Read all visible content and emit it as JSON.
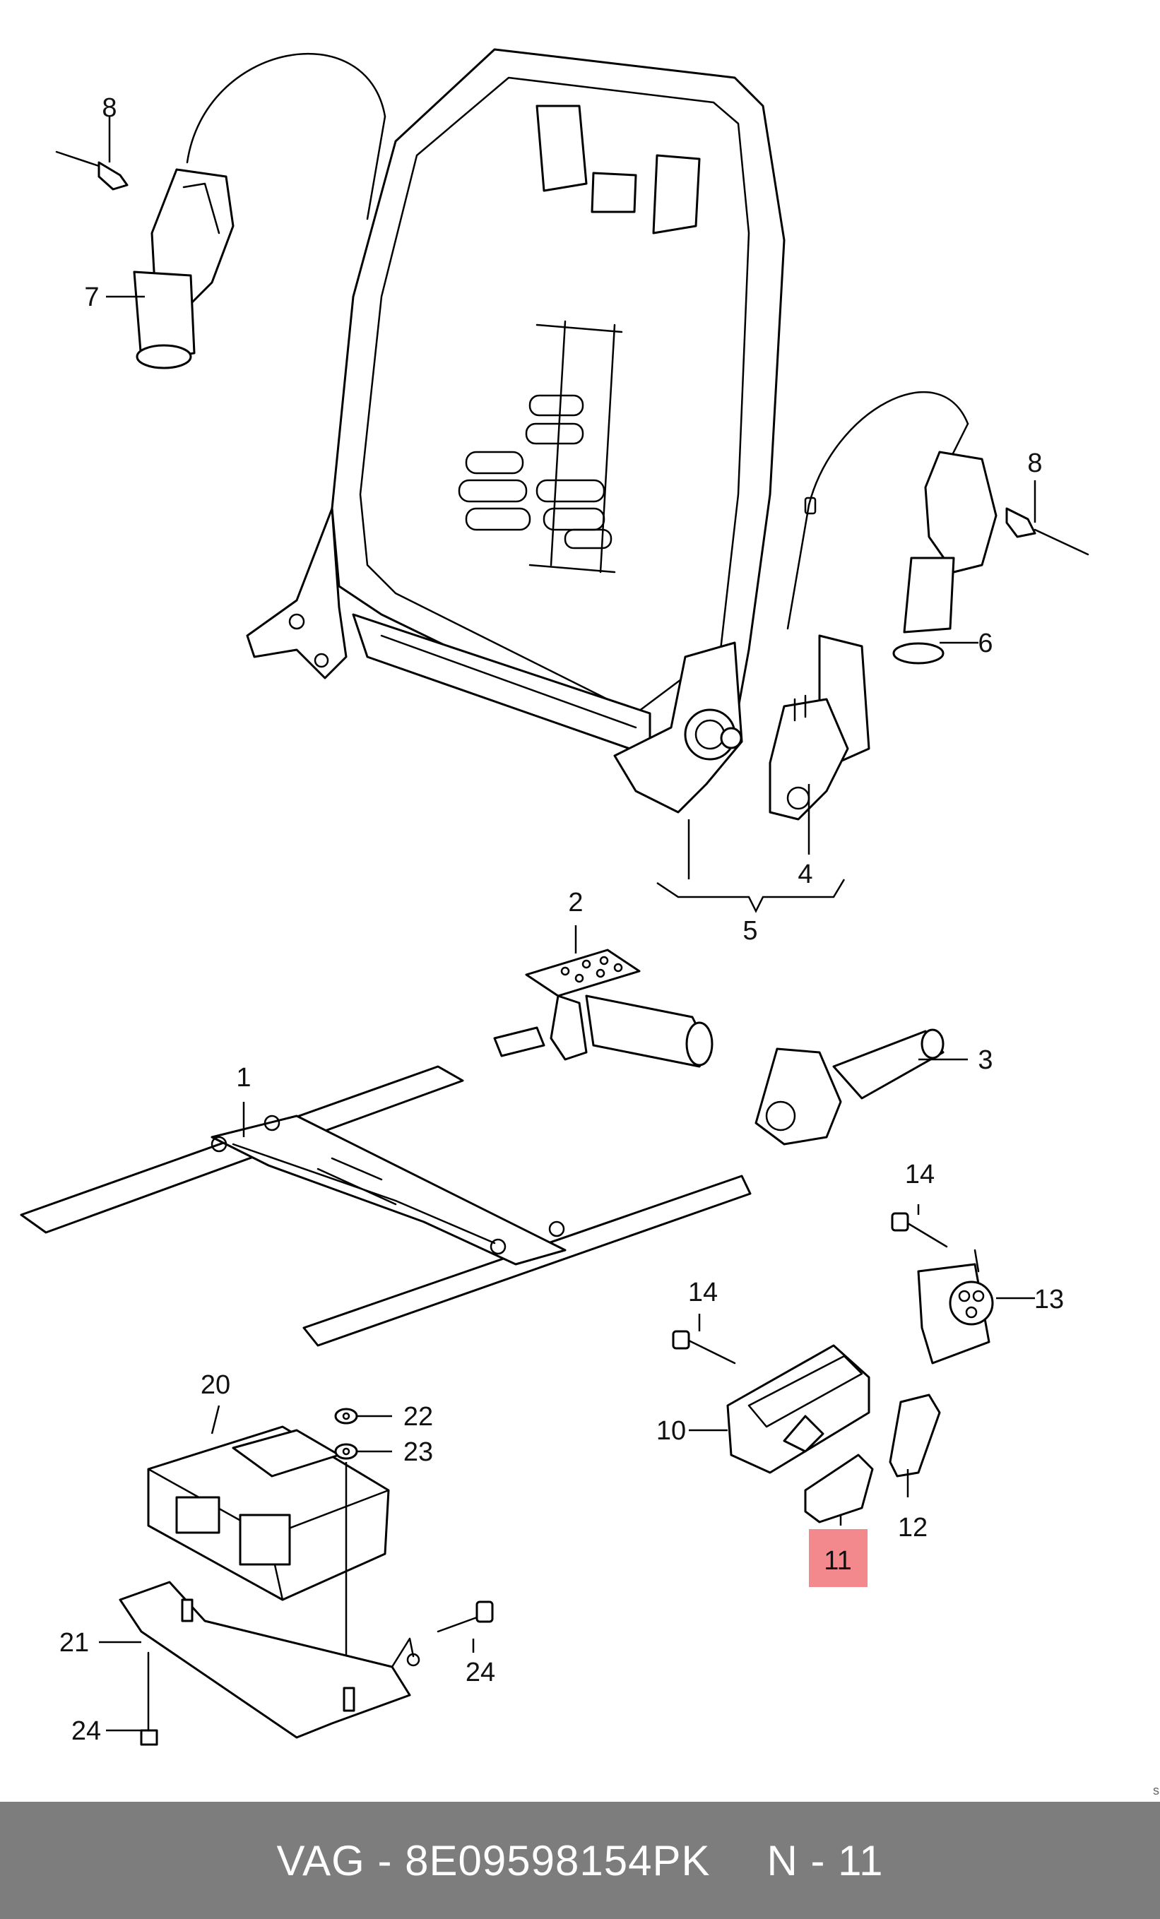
{
  "diagram": {
    "callouts": [
      {
        "id": "8-left",
        "label": "8"
      },
      {
        "id": "7",
        "label": "7"
      },
      {
        "id": "8-right",
        "label": "8"
      },
      {
        "id": "6",
        "label": "6"
      },
      {
        "id": "4",
        "label": "4"
      },
      {
        "id": "5",
        "label": "5"
      },
      {
        "id": "2",
        "label": "2"
      },
      {
        "id": "3",
        "label": "3"
      },
      {
        "id": "1",
        "label": "1"
      },
      {
        "id": "14-top",
        "label": "14"
      },
      {
        "id": "13",
        "label": "13"
      },
      {
        "id": "14-mid",
        "label": "14"
      },
      {
        "id": "10",
        "label": "10"
      },
      {
        "id": "12",
        "label": "12"
      },
      {
        "id": "11",
        "label": "11",
        "highlighted": true
      },
      {
        "id": "20",
        "label": "20"
      },
      {
        "id": "22",
        "label": "22"
      },
      {
        "id": "23",
        "label": "23"
      },
      {
        "id": "21",
        "label": "21"
      },
      {
        "id": "24-right",
        "label": "24"
      },
      {
        "id": "24-left",
        "label": "24"
      }
    ],
    "highlight_color": "#f3898c"
  },
  "footer": {
    "brand": "VAG",
    "separator": "-",
    "part_number": "8E09598154PK",
    "position_label": "N - 11",
    "background_color": "#7d7d7d"
  },
  "edge_mark": "s"
}
